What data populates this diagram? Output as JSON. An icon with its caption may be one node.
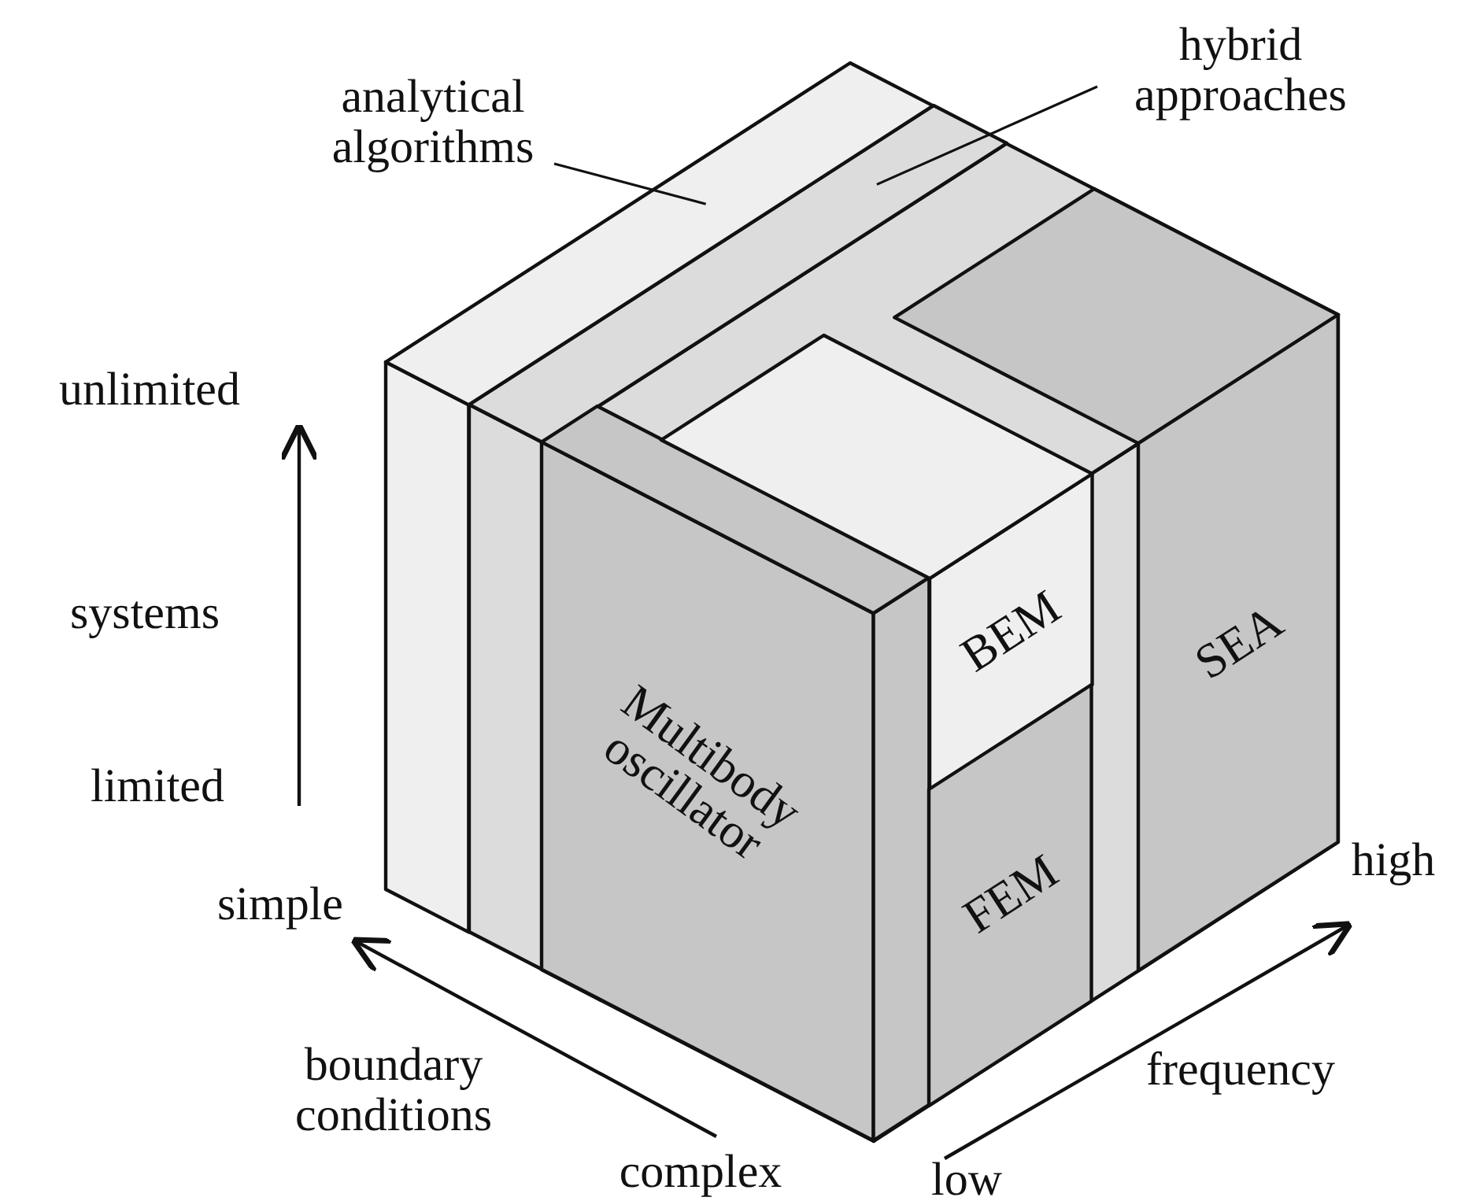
{
  "diagram": {
    "nodes": [
      {
        "text": [
          "analytical algorithms"
        ]
      },
      {
        "text": [
          "hybrid approaches"
        ]
      },
      {
        "text": [],
        "shape": "box"
      },
      {
        "text": [],
        "shape": "box"
      },
      {
        "text": [
          "Multibody oscillator"
        ]
      },
      {
        "text": [
          "BEM"
        ]
      },
      {
        "text": [
          "FEM"
        ]
      },
      {
        "text": [
          "SEA"
        ]
      }
    ],
    "edges": [
      {
        "from": 0,
        "to": 2,
        "arrow": "none"
      },
      {
        "from": 1,
        "to": 3,
        "arrow": "none"
      }
    ],
    "labels": [
      "unlimited",
      "systems",
      "limited",
      "simple",
      "boundary conditions",
      "complex",
      "low",
      "frequency",
      "high"
    ]
  }
}
